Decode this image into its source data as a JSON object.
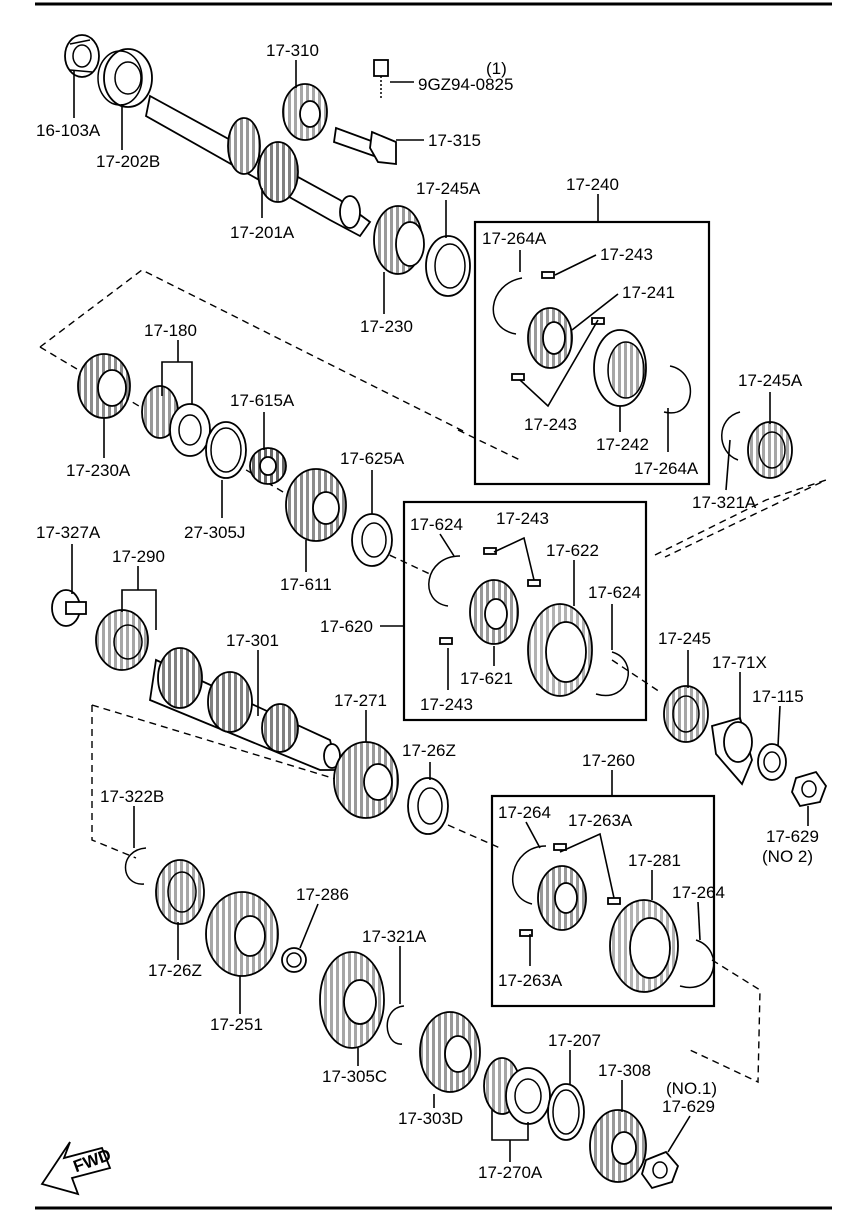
{
  "labels": {
    "l16_103a": "16-103A",
    "l17_202b": "17-202B",
    "l17_310": "17-310",
    "l_note1": "(1)",
    "l9gz": "9GZ94-0825",
    "l17_315": "17-315",
    "l17_201a": "17-201A",
    "l17_245a_top": "17-245A",
    "l17_240": "17-240",
    "l17_264a_top": "17-264A",
    "l17_243_a": "17-243",
    "l17_241": "17-241",
    "l17_230": "17-230",
    "l17_243_b": "17-243",
    "l17_242": "17-242",
    "l17_264a_b": "17-264A",
    "l17_245a_r": "17-245A",
    "l17_321a_r": "17-321A",
    "l17_180": "17-180",
    "l17_615a": "17-615A",
    "l17_230a": "17-230A",
    "l27_305j": "27-305J",
    "l17_625a": "17-625A",
    "l17_611": "17-611",
    "l17_327a": "17-327A",
    "l17_290": "17-290",
    "l17_624_a": "17-624",
    "l17_243_c": "17-243",
    "l17_622": "17-622",
    "l17_624_b": "17-624",
    "l17_620": "17-620",
    "l17_621": "17-621",
    "l17_243_d": "17-243",
    "l17_301": "17-301",
    "l17_271": "17-271",
    "l17_26z_a": "17-26Z",
    "l17_245": "17-245",
    "l17_71x": "17-71X",
    "l17_115": "17-115",
    "l17_260": "17-260",
    "l17_322b": "17-322B",
    "l17_264_a": "17-264",
    "l17_263a_a": "17-263A",
    "l17_281": "17-281",
    "l17_264_b": "17-264",
    "l17_263a_b": "17-263A",
    "l17_629_no2": "17-629",
    "l_no2": "(NO 2)",
    "l17_286": "17-286",
    "l17_321a_b": "17-321A",
    "l17_26z_b": "17-26Z",
    "l17_251": "17-251",
    "l17_305c": "17-305C",
    "l17_207": "17-207",
    "l17_308": "17-308",
    "l_no1": "(NO.1)",
    "l17_629_no1": "17-629",
    "l17_303d": "17-303D",
    "l17_270a": "17-270A",
    "fwd": "FWD"
  }
}
